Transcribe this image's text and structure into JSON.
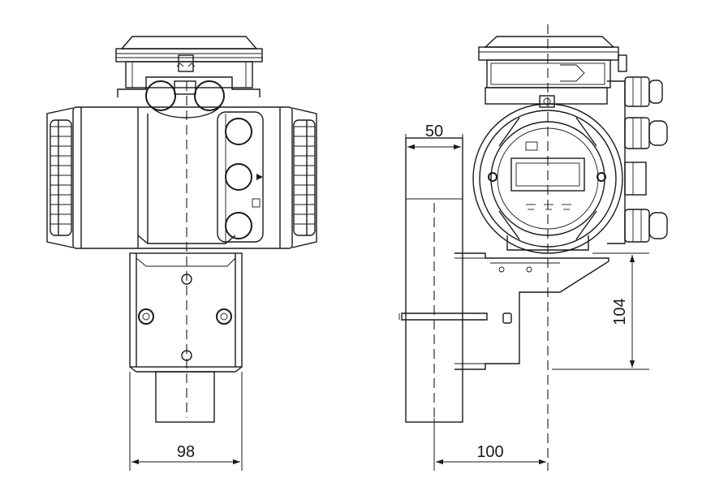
{
  "dimensions": {
    "width_front": "98",
    "depth_pipe": "100",
    "pipe_offset": "50",
    "bracket_height": "104"
  },
  "colors": {
    "line": "#1a1a1a",
    "background": "#ffffff"
  }
}
